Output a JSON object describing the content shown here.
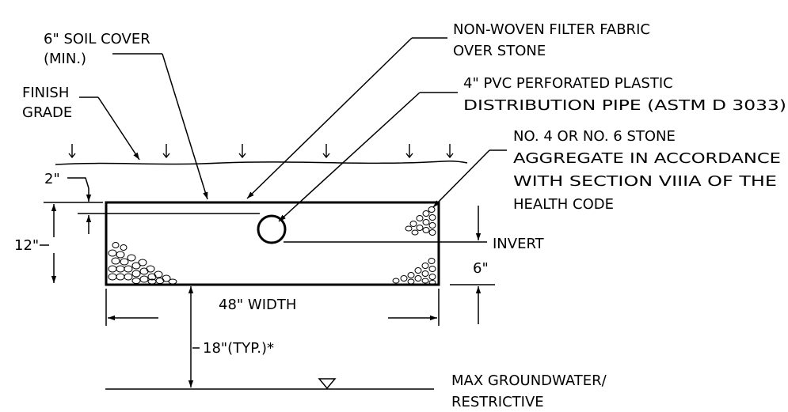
{
  "labels": {
    "soil_cover_line1": "6\" SOIL COVER",
    "soil_cover_line2": "(MIN.)",
    "finish_grade_line1": "FINISH",
    "finish_grade_line2": "GRADE",
    "fabric_line1": "NON-WOVEN FILTER FABRIC",
    "fabric_line2": "OVER STONE",
    "pipe_line1": "4\" PVC PERFORATED PLASTIC",
    "pipe_line2": "DISTRIBUTION PIPE (ASTM D 3033)",
    "stone_line1": "NO. 4 OR NO. 6 STONE",
    "stone_line2": "AGGREGATE IN ACCORDANCE",
    "stone_line3": "WITH SECTION VIIIA OF THE",
    "stone_line4": "HEALTH CODE",
    "invert": "INVERT",
    "dim_2in": "2\"",
    "dim_12in": "12\"",
    "dim_6in": "6\"",
    "width": "48\" WIDTH",
    "separation": "18\"(TYP.)*",
    "groundwater_line1": "MAX GROUNDWATER/",
    "groundwater_line2": "RESTRICTIVE"
  }
}
